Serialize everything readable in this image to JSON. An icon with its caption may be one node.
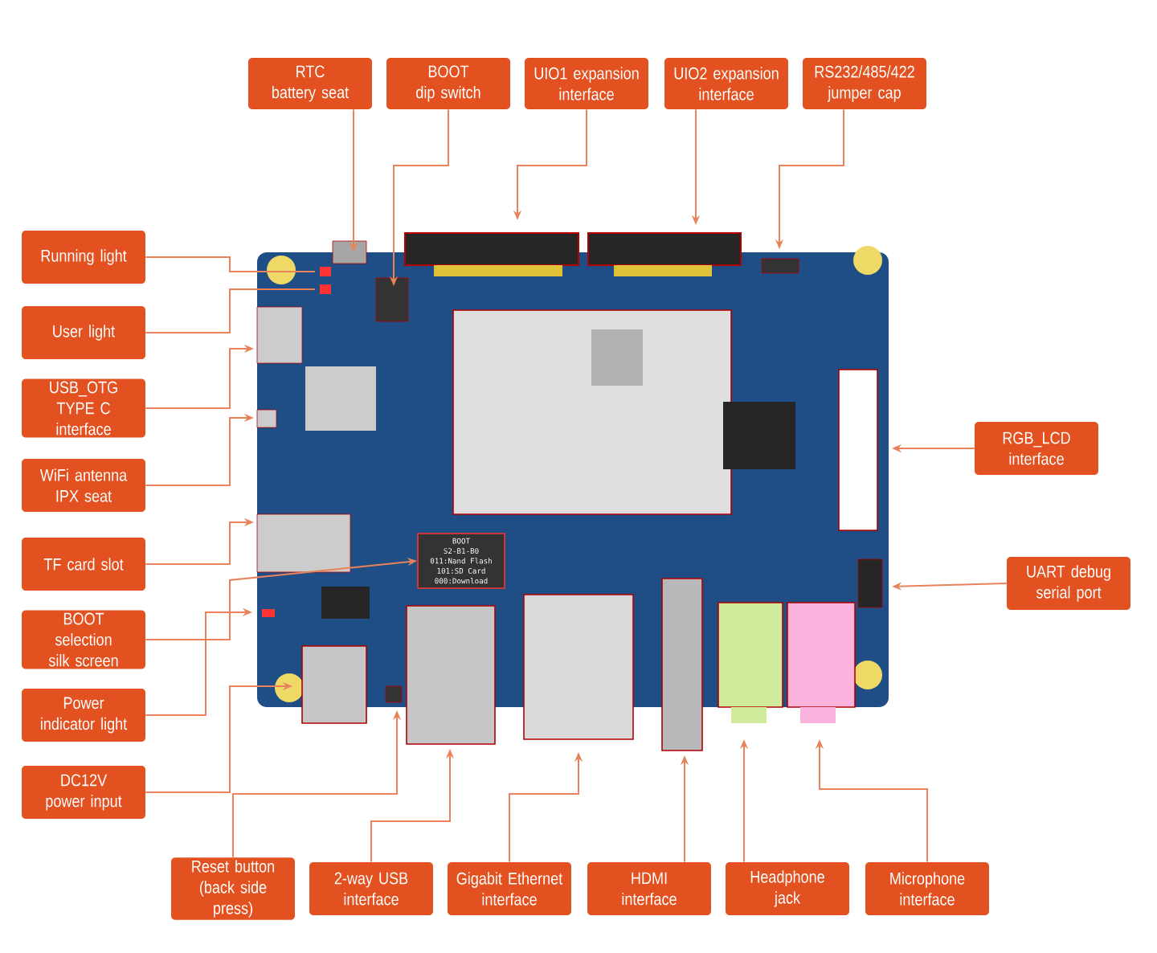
{
  "diagram": {
    "nodes": [
      {
        "text": [
          "RTC battery seat"
        ]
      },
      {
        "text": [
          "BOOT dip switch"
        ]
      },
      {
        "text": [
          "UIO1 expansion interface"
        ]
      },
      {
        "text": [
          "UIO2 expansion interface"
        ]
      },
      {
        "text": [
          "RS232/485/422 jumper cap"
        ]
      },
      {
        "text": [
          "Running light"
        ]
      },
      {
        "text": [
          "User light"
        ]
      },
      {
        "text": [
          "USB_OTG TYPE C interface"
        ]
      },
      {
        "text": [
          "WiFi antenna IPX seat"
        ]
      },
      {
        "text": [
          "TF card slot"
        ]
      },
      {
        "text": [
          "BOOT selection silk screen"
        ]
      },
      {
        "text": [
          "Power indicator light"
        ]
      },
      {
        "text": [
          "DC12V power input"
        ]
      },
      {
        "text": [
          "RGB_LCD interface"
        ]
      },
      {
        "text": [
          "UART debug serial port"
        ]
      },
      {
        "text": [
          "Reset button (back side press)"
        ]
      },
      {
        "text": [
          "2-way USB interface"
        ]
      },
      {
        "text": [
          "Gigabit Ethernet interface"
        ]
      },
      {
        "text": [
          "HDMI interface"
        ]
      },
      {
        "text": [
          "Headphone jack"
        ]
      },
      {
        "text": [
          "Microphone interface"
        ]
      },
      {
        "text": [
          "BOOT",
          "S2-B1-B0",
          "011:Nand Flash",
          "101:SD Card",
          "000:Download"
        ]
      }
    ],
    "edges": [
      {
        "from": 0,
        "to": null,
        "arrow": "to"
      },
      {
        "from": 1,
        "to": null,
        "arrow": "to"
      },
      {
        "from": 2,
        "to": null,
        "arrow": "to"
      },
      {
        "from": 3,
        "to": null,
        "arrow": "to"
      },
      {
        "from": 4,
        "to": null,
        "arrow": "to"
      },
      {
        "from": 5,
        "to": null,
        "arrow": "none"
      },
      {
        "from": 6,
        "to": null,
        "arrow": "none"
      },
      {
        "from": 7,
        "to": null,
        "arrow": "to"
      },
      {
        "from": 8,
        "to": null,
        "arrow": "to"
      },
      {
        "from": 9,
        "to": null,
        "arrow": "to"
      },
      {
        "from": 10,
        "to": 21,
        "arrow": "to"
      },
      {
        "from": 11,
        "to": null,
        "arrow": "to"
      },
      {
        "from": 12,
        "to": null,
        "arrow": "to"
      },
      {
        "from": 13,
        "to": null,
        "arrow": "to"
      },
      {
        "from": 14,
        "to": null,
        "arrow": "to"
      },
      {
        "from": 15,
        "to": null,
        "arrow": "to"
      },
      {
        "from": 16,
        "to": null,
        "arrow": "to"
      },
      {
        "from": 17,
        "to": null,
        "arrow": "to"
      },
      {
        "from": 18,
        "to": null,
        "arrow": "to"
      },
      {
        "from": 19,
        "to": null,
        "arrow": "to"
      },
      {
        "from": 20,
        "to": null,
        "arrow": "to"
      }
    ]
  }
}
